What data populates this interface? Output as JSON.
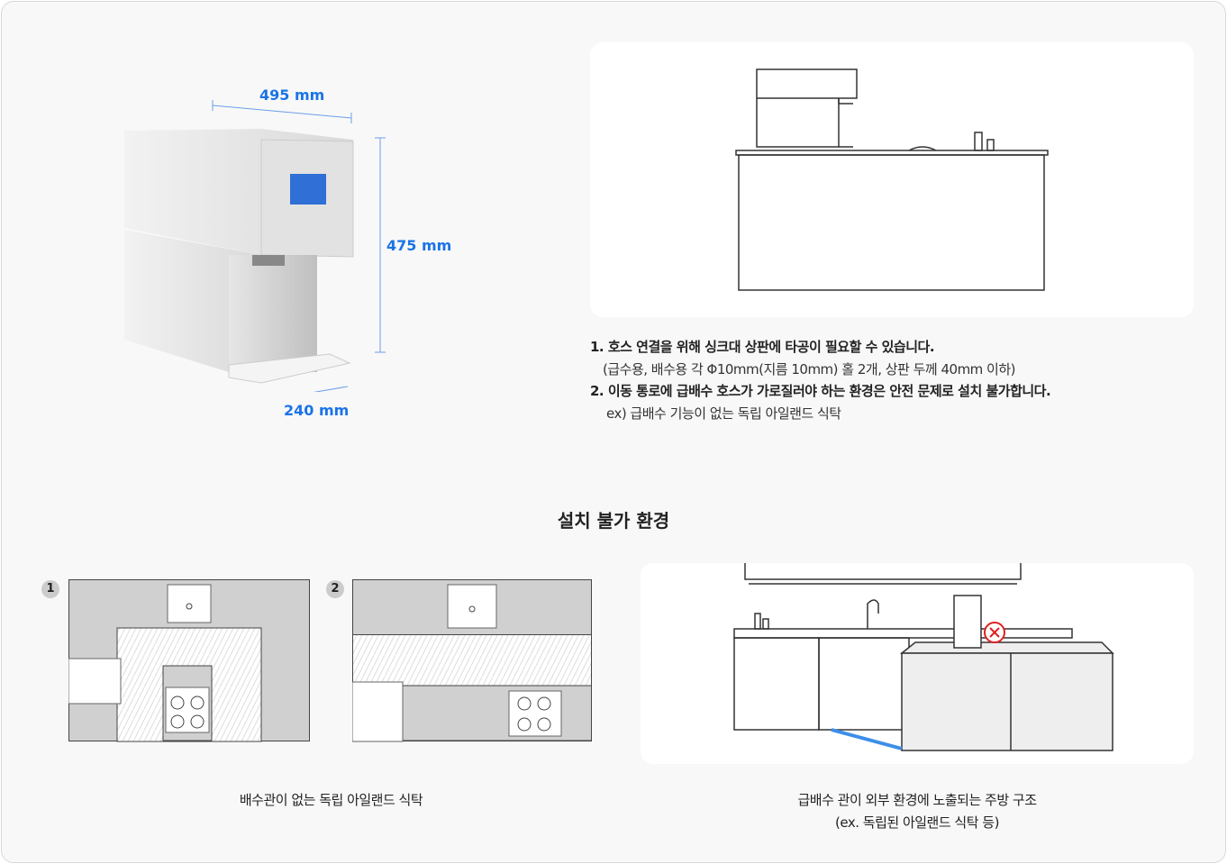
{
  "product": {
    "width_label": "495 mm",
    "height_label": "475 mm",
    "depth_label": "240 mm"
  },
  "notes": [
    {
      "main": "1. 호스 연결을 위해 싱크대 상판에 타공이 필요할 수 있습니다.",
      "sub": "(급수용, 배수용 각 Φ10mm(지름 10mm) 홀 2개, 상판 두께 40mm 이하)"
    },
    {
      "main": "2. 이동 통로에 급배수 호스가 가로질러야 하는 환경은 안전 문제로 설치 불가합니다.",
      "sub": "ex) 급배수 기능이 없는 독립 아일랜드 식탁"
    }
  ],
  "section_title": "설치 불가 환경",
  "cases": {
    "left": {
      "badges": [
        "1",
        "2"
      ],
      "caption": "배수관이 없는  독립 아일랜드 식탁"
    },
    "right": {
      "caption_line1": "급배수 관이 외부 환경에 노출되는 주방 구조",
      "caption_line2": "(ex. 독립된 아일랜드 식탁 등)"
    }
  },
  "colors": {
    "accent": "#1a73e8",
    "warning": "#e02020"
  }
}
